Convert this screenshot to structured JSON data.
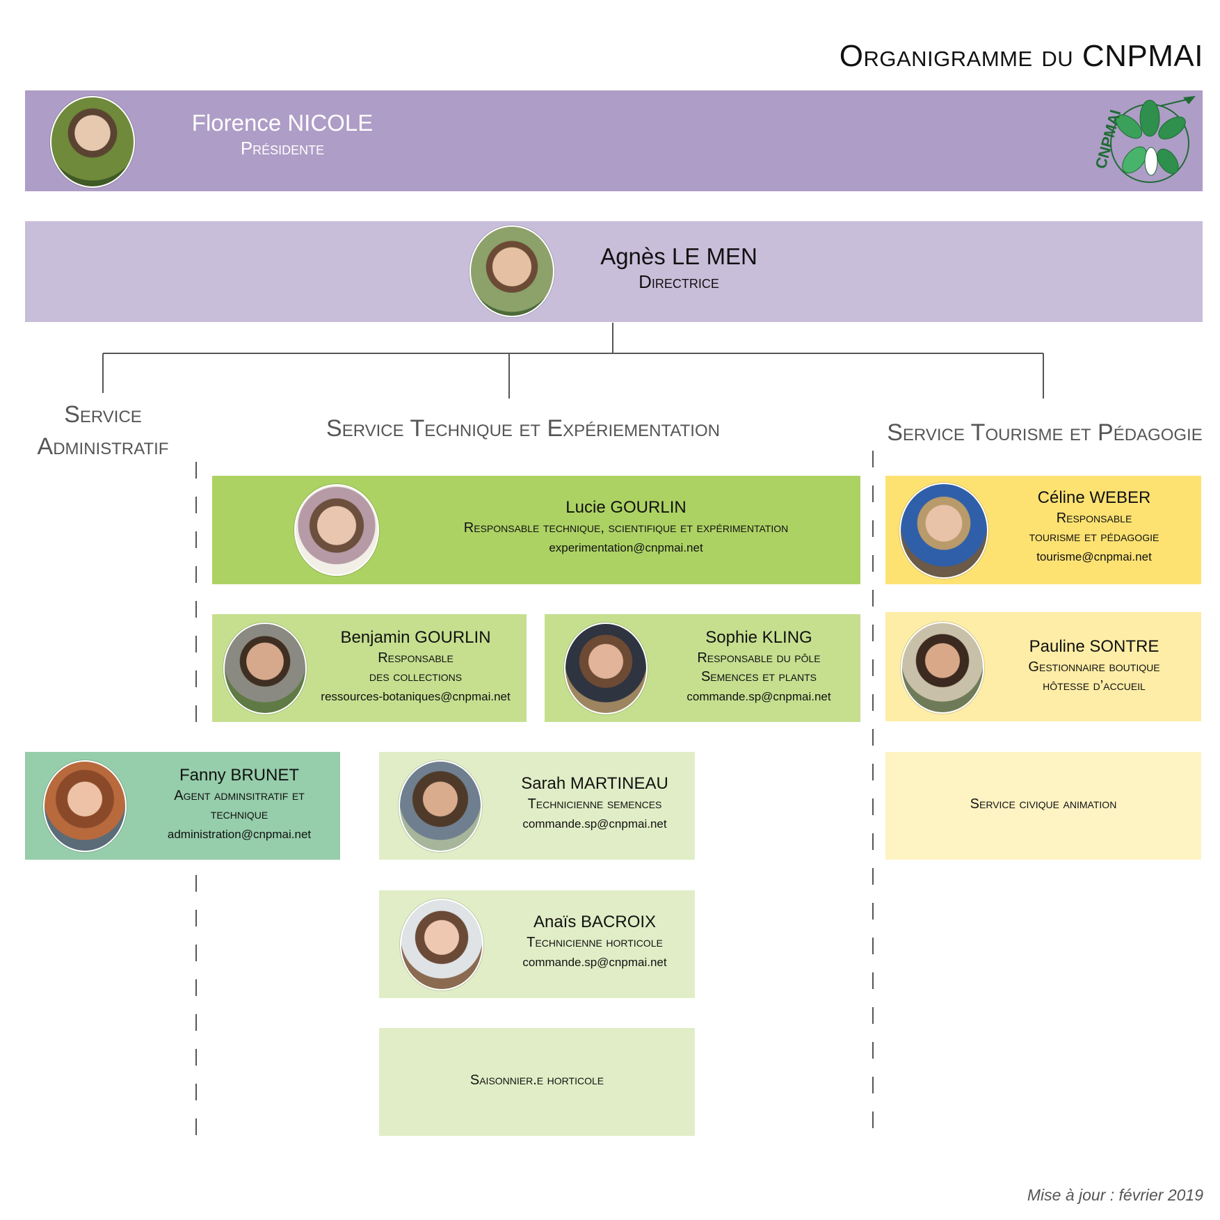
{
  "title": "Organigramme du CNPMAI",
  "logo": {
    "label": "CNPMAI"
  },
  "president": {
    "name": "Florence NICOLE",
    "role": "Présidente"
  },
  "director": {
    "name": "Agnès LE MEN",
    "role": "Directrice"
  },
  "services": {
    "admin": {
      "title_line1": "Service",
      "title_line2": "Administratif"
    },
    "technique": {
      "title": "Service Technique et Expériementation"
    },
    "tourisme": {
      "title": "Service Tourisme et Pédagogie"
    }
  },
  "staff": {
    "lucie": {
      "name": "Lucie GOURLIN",
      "role": "Responsable technique, scientifique et expérimentation",
      "email": "experimentation@cnpmai.net"
    },
    "benjamin": {
      "name": "Benjamin GOURLIN",
      "role_line1": "Responsable",
      "role_line2": "des collections",
      "email": "ressources-botaniques@cnpmai.net"
    },
    "sophie": {
      "name": "Sophie KLING",
      "role_line1": "Responsable du pôle",
      "role_line2": "Semences et plants",
      "email": "commande.sp@cnpmai.net"
    },
    "fanny": {
      "name": "Fanny BRUNET",
      "role_line1": "Agent adminsitratif et",
      "role_line2": "technique",
      "email": "administration@cnpmai.net"
    },
    "sarah": {
      "name": "Sarah MARTINEAU",
      "role": "Technicienne semences",
      "email": "commande.sp@cnpmai.net"
    },
    "anais": {
      "name": "Anaïs BACROIX",
      "role": "Technicienne horticole",
      "email": "commande.sp@cnpmai.net"
    },
    "saisonnier": {
      "role": "Saisonnier.e horticole"
    },
    "celine": {
      "name": "Céline WEBER",
      "role_line1": "Responsable",
      "role_line2": "tourisme et pédagogie",
      "email": "tourisme@cnpmai.net"
    },
    "pauline": {
      "name": "Pauline SONTRE",
      "role_line1": "Gestionnaire boutique",
      "role_line2": "hôtesse d’accueil"
    },
    "civique": {
      "role": "Service civique animation"
    }
  },
  "footer": "Mise à jour :  février 2019",
  "colors": {
    "president_band": "#ae9dc6",
    "director_band": "#c9bed9",
    "technique_lead": "#add264",
    "technique_mid": "#c5df8f",
    "technique_light": "#e1edc6",
    "admin": "#96cdab",
    "tourisme_lead": "#fde272",
    "tourisme_mid": "#feeda6",
    "tourisme_light": "#fef3c3"
  }
}
